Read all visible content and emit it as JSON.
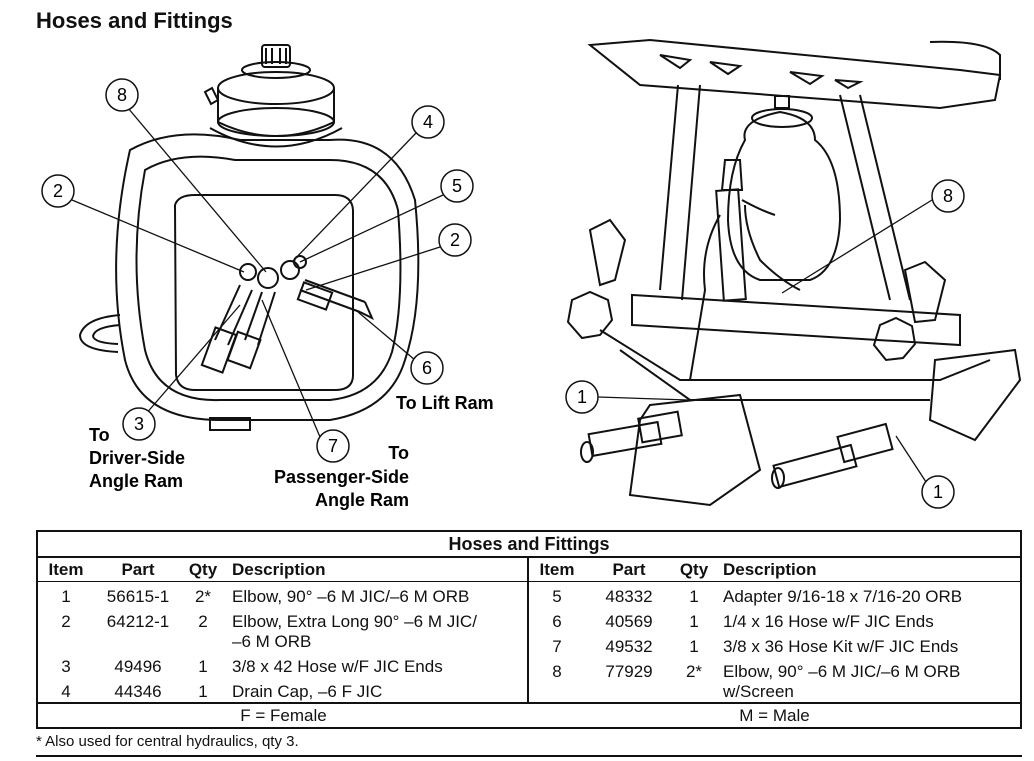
{
  "page": {
    "title": "Hoses and Fittings"
  },
  "left_figure": {
    "callouts": [
      "8",
      "4",
      "2",
      "5",
      "2",
      "6",
      "3",
      "7"
    ],
    "labels": {
      "lift_ram": "To Lift Ram",
      "driver_to": "To",
      "driver_line1": "Driver-Side",
      "driver_line2": "Angle Ram",
      "pass_to": "To",
      "pass_line1": "Passenger-Side",
      "pass_line2": "Angle Ram"
    }
  },
  "right_figure": {
    "callouts": [
      "8",
      "1",
      "1"
    ]
  },
  "table": {
    "title": "Hoses and Fittings",
    "headers": [
      "Item",
      "Part",
      "Qty",
      "Description"
    ],
    "left_rows": [
      {
        "item": "1",
        "part": "56615-1",
        "qty": "2*",
        "desc": "Elbow, 90° –6 M JIC/–6 M ORB",
        "desc2": ""
      },
      {
        "item": "2",
        "part": "64212-1",
        "qty": "2",
        "desc": "Elbow, Extra Long 90° –6 M JIC/",
        "desc2": "–6 M ORB"
      },
      {
        "item": "3",
        "part": "49496",
        "qty": "1",
        "desc": "3/8 x 42 Hose w/F JIC Ends",
        "desc2": ""
      },
      {
        "item": "4",
        "part": "44346",
        "qty": "1",
        "desc": "Drain Cap, –6 F JIC",
        "desc2": ""
      }
    ],
    "right_rows": [
      {
        "item": "5",
        "part": "48332",
        "qty": "1",
        "desc": "Adapter 9/16-18 x 7/16-20 ORB",
        "desc2": ""
      },
      {
        "item": "6",
        "part": "40569",
        "qty": "1",
        "desc": "1/4 x 16 Hose w/F JIC Ends",
        "desc2": ""
      },
      {
        "item": "7",
        "part": "49532",
        "qty": "1",
        "desc": "3/8 x 36 Hose Kit w/F JIC Ends",
        "desc2": ""
      },
      {
        "item": "8",
        "part": "77929",
        "qty": "2*",
        "desc": "Elbow, 90° –6 M JIC/–6 M ORB",
        "desc2": "w/Screen"
      }
    ],
    "legend_left": "F = Female",
    "legend_right": "M = Male"
  },
  "footnote": "* Also used for central hydraulics, qty 3."
}
